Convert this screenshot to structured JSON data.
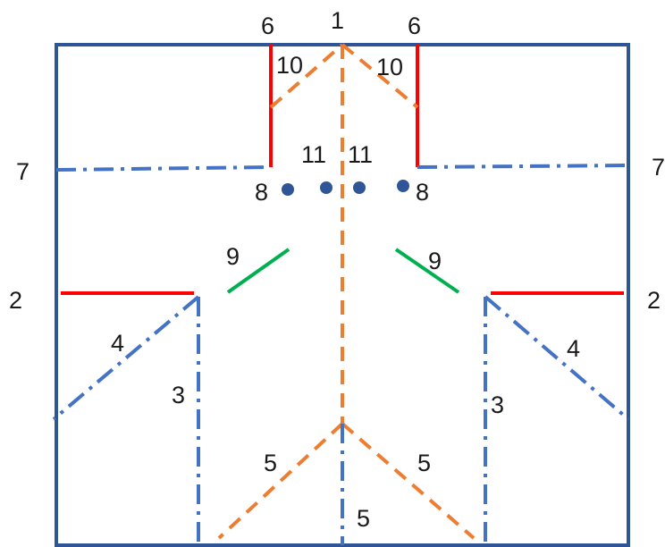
{
  "colors": {
    "frame": "#2f5597",
    "mountain_fold": "#ff0000",
    "valley_fold_dash": "#ed7d31",
    "dash_dot_fold": "#4472c4",
    "diagonal_cut": "#00b050",
    "dot": "#2f5597"
  },
  "labels": {
    "top_center": "1",
    "top_left_edge": "6",
    "top_right_edge": "6",
    "left_top_diag": "10",
    "right_top_diag": "10",
    "left_side_line": "7",
    "right_side_line": "7",
    "inner_left_dot_pair": "11",
    "inner_right_dot_pair": "11",
    "outer_left_dot": "8",
    "outer_right_dot": "8",
    "left_green": "9",
    "right_green": "9",
    "left_red": "2",
    "right_red": "2",
    "left_diag": "4",
    "right_diag": "4",
    "left_vertical": "3",
    "right_vertical": "3",
    "bottom_left_diag": "5",
    "bottom_right_diag": "5",
    "bottom_center": "5"
  }
}
